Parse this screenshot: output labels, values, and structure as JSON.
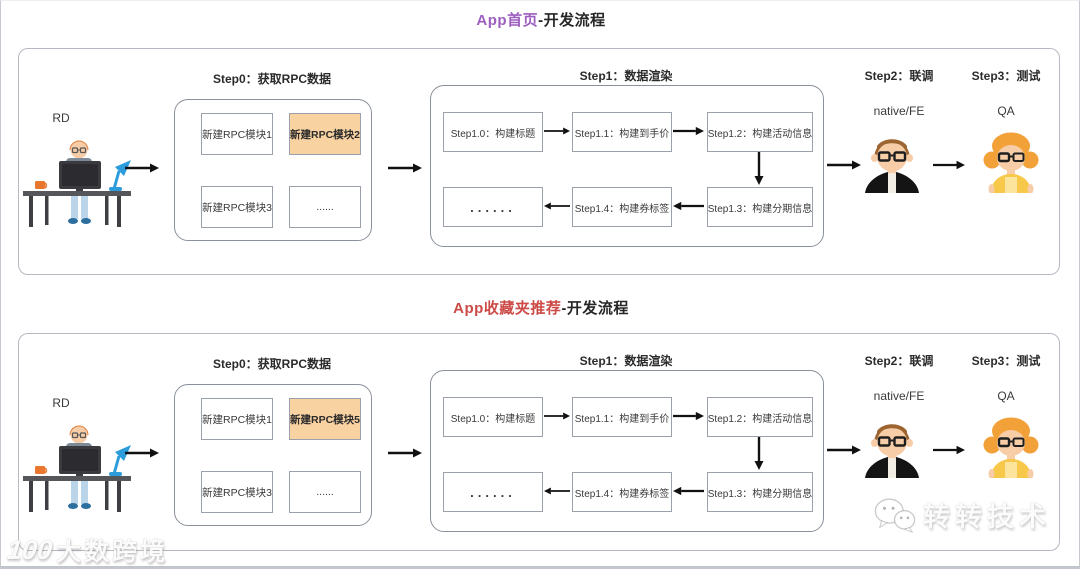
{
  "colors": {
    "accent_purple": "#9C5FC0",
    "accent_red": "#CC4B47",
    "highlight_fill": "#F9D2A2",
    "arrow_color": "#111111"
  },
  "flows": [
    {
      "title": {
        "highlight": "App首页",
        "rest": "-开发流程"
      },
      "developer": {
        "label": "RD"
      },
      "step0": {
        "label": "Step0：获取RPC数据",
        "modules": [
          "新建RPC模块1",
          "新建RPC模块2",
          "新建RPC模块3",
          "......"
        ],
        "highlighted_module": "新建RPC模块2"
      },
      "step1": {
        "label": "Step1：数据渲染",
        "boxes": {
          "b10": "Step1.0：构建标题",
          "b11": "Step1.1：构建到手价",
          "b12": "Step1.2：构建活动信息",
          "dots": "......",
          "b14": "Step1.4：构建券标签",
          "b13": "Step1.3：构建分期信息"
        }
      },
      "step2": {
        "label": "Step2：联调",
        "role": "native/FE"
      },
      "step3": {
        "label": "Step3：测试",
        "role": "QA"
      }
    },
    {
      "title": {
        "highlight": "App收藏夹推荐",
        "rest": "-开发流程"
      },
      "developer": {
        "label": "RD"
      },
      "step0": {
        "label": "Step0：获取RPC数据",
        "modules": [
          "新建RPC模块1",
          "新建RPC模块5",
          "新建RPC模块3",
          "......"
        ],
        "highlighted_module": "新建RPC模块5"
      },
      "step1": {
        "label": "Step1：数据渲染",
        "boxes": {
          "b10": "Step1.0：构建标题",
          "b11": "Step1.1：构建到手价",
          "b12": "Step1.2：构建活动信息",
          "dots": "......",
          "b14": "Step1.4：构建券标签",
          "b13": "Step1.3：构建分期信息"
        }
      },
      "step2": {
        "label": "Step2：联调",
        "role": "native/FE"
      },
      "step3": {
        "label": "Step3：测试",
        "role": "QA"
      }
    }
  ],
  "watermarks": {
    "brand": "转转技术",
    "source": "大数跨境",
    "source_logo": "100"
  }
}
